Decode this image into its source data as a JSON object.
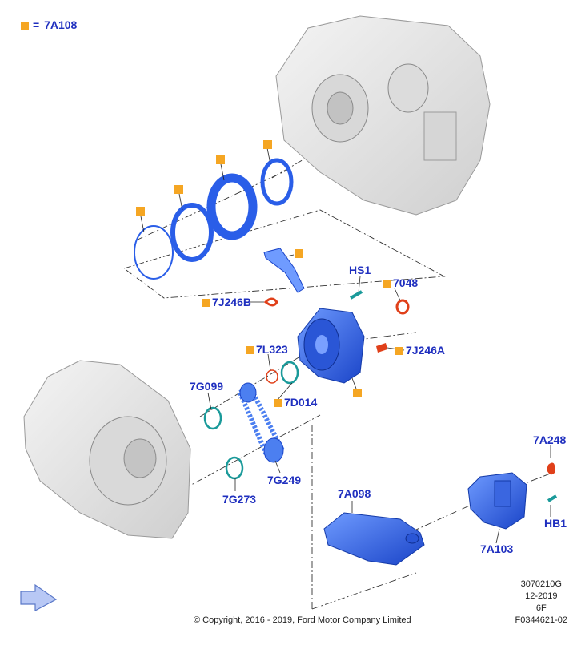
{
  "legend": {
    "part": "7A108",
    "equals": "="
  },
  "labels": {
    "p7J246B": "7J246B",
    "pHS1": "HS1",
    "p7048": "7048",
    "p7J246A": "7J246A",
    "p7L323": "7L323",
    "p7G099": "7G099",
    "p7D014": "7D014",
    "p7G249": "7G249",
    "p7G273": "7G273",
    "p7A098": "7A098",
    "p7A248": "7A248",
    "pHB1": "HB1",
    "p7A103": "7A103"
  },
  "meta": {
    "code": "3070210G",
    "date": "12-2019",
    "variant": "6F",
    "figure": "F0344621-02"
  },
  "copyright": "© Copyright, 2016 - 2019, Ford Motor Company Limited",
  "colors": {
    "label": "#1f2fbf",
    "marker": "#f5a623",
    "part_blue": "#2a5ee8",
    "part_teal": "#1a9a9a",
    "part_red": "#e0401a",
    "housing": "#e6e6e6"
  }
}
